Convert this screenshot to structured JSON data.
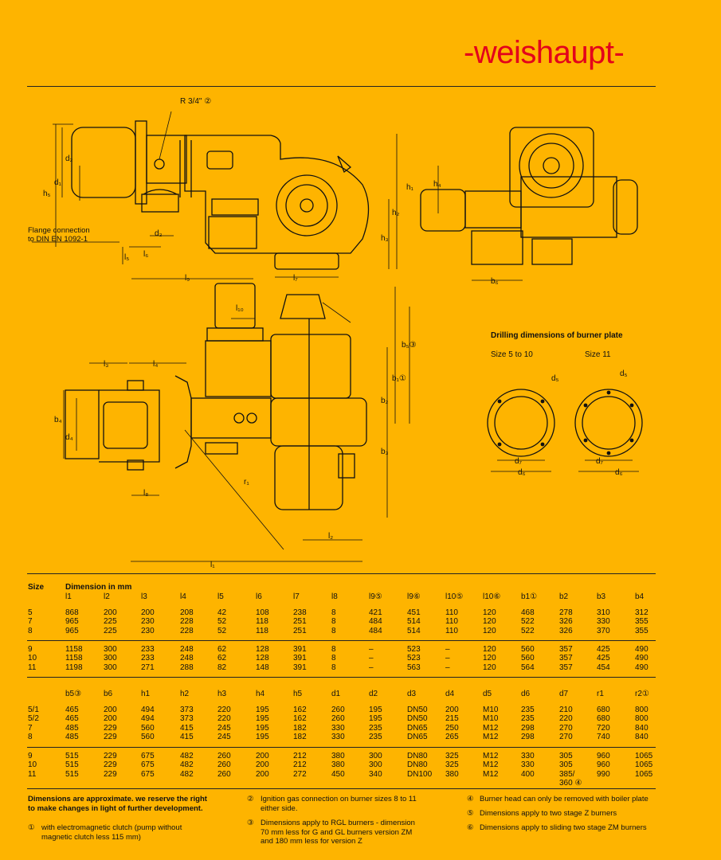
{
  "brand": "-weishaupt-",
  "drawing": {
    "thread_label": "R 3/4\" ②",
    "flange_note": "Flange connection\nto DIN EN 1092-1",
    "plate_title": "Drilling dimensions of burner plate",
    "plate_size_a": "Size 5 to 10",
    "plate_size_b": "Size 11"
  },
  "table1": {
    "head_size": "Size",
    "head_dim": "Dimension in mm",
    "columns": [
      "l1",
      "l2",
      "l3",
      "l4",
      "l5",
      "l6",
      "l7",
      "l8",
      "l9⑤",
      "l9⑥",
      "l10⑤",
      "l10⑥",
      "b1①",
      "b2",
      "b3",
      "b4"
    ],
    "groups": [
      [
        [
          "5",
          "868",
          "200",
          "200",
          "208",
          "42",
          "108",
          "238",
          "8",
          "421",
          "451",
          "110",
          "120",
          "468",
          "278",
          "310",
          "312"
        ],
        [
          "7",
          "965",
          "225",
          "230",
          "228",
          "52",
          "118",
          "251",
          "8",
          "484",
          "514",
          "110",
          "120",
          "522",
          "326",
          "330",
          "355"
        ],
        [
          "8",
          "965",
          "225",
          "230",
          "228",
          "52",
          "118",
          "251",
          "8",
          "484",
          "514",
          "110",
          "120",
          "522",
          "326",
          "370",
          "355"
        ]
      ],
      [
        [
          "9",
          "1158",
          "300",
          "233",
          "248",
          "62",
          "128",
          "391",
          "8",
          "–",
          "523",
          "–",
          "120",
          "560",
          "357",
          "425",
          "490"
        ],
        [
          "10",
          "1158",
          "300",
          "233",
          "248",
          "62",
          "128",
          "391",
          "8",
          "–",
          "523",
          "–",
          "120",
          "560",
          "357",
          "425",
          "490"
        ],
        [
          "11",
          "1198",
          "300",
          "271",
          "288",
          "82",
          "148",
          "391",
          "8",
          "–",
          "563",
          "–",
          "120",
          "564",
          "357",
          "454",
          "490"
        ]
      ]
    ]
  },
  "table2": {
    "columns": [
      "b5③",
      "b6",
      "h1",
      "h2",
      "h3",
      "h4",
      "h5",
      "d1",
      "d2",
      "d3",
      "d4",
      "d5",
      "d6",
      "d7",
      "r1",
      "r2①"
    ],
    "groups": [
      [
        [
          "5/1",
          "465",
          "200",
          "494",
          "373",
          "220",
          "195",
          "162",
          "260",
          "195",
          "DN50",
          "200",
          "M10",
          "235",
          "210",
          "680",
          "800"
        ],
        [
          "5/2",
          "465",
          "200",
          "494",
          "373",
          "220",
          "195",
          "162",
          "260",
          "195",
          "DN50",
          "215",
          "M10",
          "235",
          "220",
          "680",
          "800"
        ],
        [
          "7",
          "485",
          "229",
          "560",
          "415",
          "245",
          "195",
          "182",
          "330",
          "235",
          "DN65",
          "250",
          "M12",
          "298",
          "270",
          "720",
          "840"
        ],
        [
          "8",
          "485",
          "229",
          "560",
          "415",
          "245",
          "195",
          "182",
          "330",
          "235",
          "DN65",
          "265",
          "M12",
          "298",
          "270",
          "740",
          "840"
        ]
      ],
      [
        [
          "9",
          "515",
          "229",
          "675",
          "482",
          "260",
          "200",
          "212",
          "380",
          "300",
          "DN80",
          "325",
          "M12",
          "330",
          "305",
          "960",
          "1065"
        ],
        [
          "10",
          "515",
          "229",
          "675",
          "482",
          "260",
          "200",
          "212",
          "380",
          "300",
          "DN80",
          "325",
          "M12",
          "330",
          "305",
          "960",
          "1065"
        ],
        [
          "11",
          "515",
          "229",
          "675",
          "482",
          "260",
          "200",
          "272",
          "450",
          "340",
          "DN100",
          "380",
          "M12",
          "400",
          "385/\n360 ④",
          "990",
          "1065"
        ]
      ]
    ]
  },
  "notes": {
    "main": "Dimensions are approximate. we reserve the right\nto make changes in light of further development.",
    "n1_mark": "①",
    "n1": "with electromagnetic clutch (pump without\nmagnetic clutch less 115 mm)",
    "n2_mark": "②",
    "n2": "Ignition gas connection on burner sizes 8 to 11\neither side.",
    "n3_mark": "③",
    "n3": "Dimensions apply to RGL burners - dimension\n70 mm less for G and GL burners version ZM\nand 180 mm less for version Z",
    "n4_mark": "④",
    "n4": "Burner head can only be removed with boiler plate",
    "n5_mark": "⑤",
    "n5": "Dimensions apply to two stage Z burners",
    "n6_mark": "⑥",
    "n6": "Dimensions apply to sliding two stage ZM burners"
  }
}
